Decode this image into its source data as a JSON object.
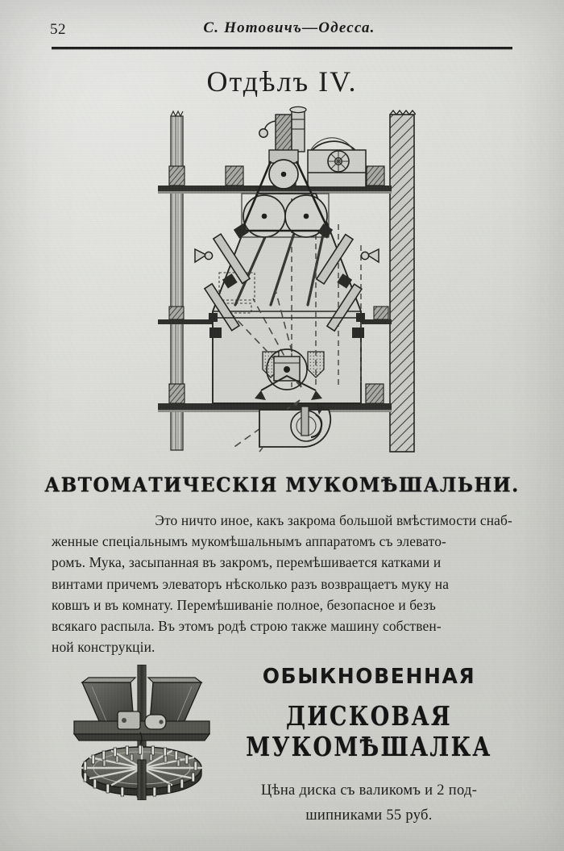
{
  "header": {
    "folio": "52",
    "running_head": "С. Нотовичъ—Одесса."
  },
  "section_title": "Отдѣлъ IV.",
  "figure_main": {
    "caption_name": "automatic-flour-mixer-installation-engraving",
    "description": "Sectional engraving of an automatic flour-mixing bin installed between floor beams against a masonry wall, with belt-driven pulleys, drive hood and chimney above, elevator lines shown dashed, and a discharge wheel below."
  },
  "main_heading": "АВТОМАТИЧЕСКІЯ МУКОМѢШАЛЬНИ.",
  "body": {
    "lines": [
      "Это ничто иное, какъ закрома большой вмѣстимости снаб-",
      "женные спеціальнымъ мукомѣшальнымъ аппаратомъ съ элевато-",
      "ромъ. Мука, засыпанная въ закромъ, перемѣшивается катками и",
      "винтами причемъ элеваторъ нѣсколько разъ возвращаетъ муку на",
      "ковшъ и въ комнату. Перемѣшиваніе полное, безопасное и безъ",
      "всякаго распыла. Въ этомъ родѣ строю также машину собствен-",
      "ной конструкціи."
    ]
  },
  "figure_disc": {
    "caption_name": "disc-flour-mixer-engraving",
    "description": "Engraving of a disc flour mixer: vertical shaft with angled hopper blades above and a twelve-spoked disc ringed with vertical pins below."
  },
  "advert": {
    "line1": "ОБЫКНОВЕННАЯ",
    "line2": "ДИСКОВАЯ МУКОМѢШАЛКА",
    "price_line1": "Цѣна диска съ валикомъ и 2 под-",
    "price_line2": "шипниками 55 руб."
  },
  "colors": {
    "paper": "#d9dad6",
    "ink": "#1d1d1d",
    "rule": "#1a1a1a"
  }
}
